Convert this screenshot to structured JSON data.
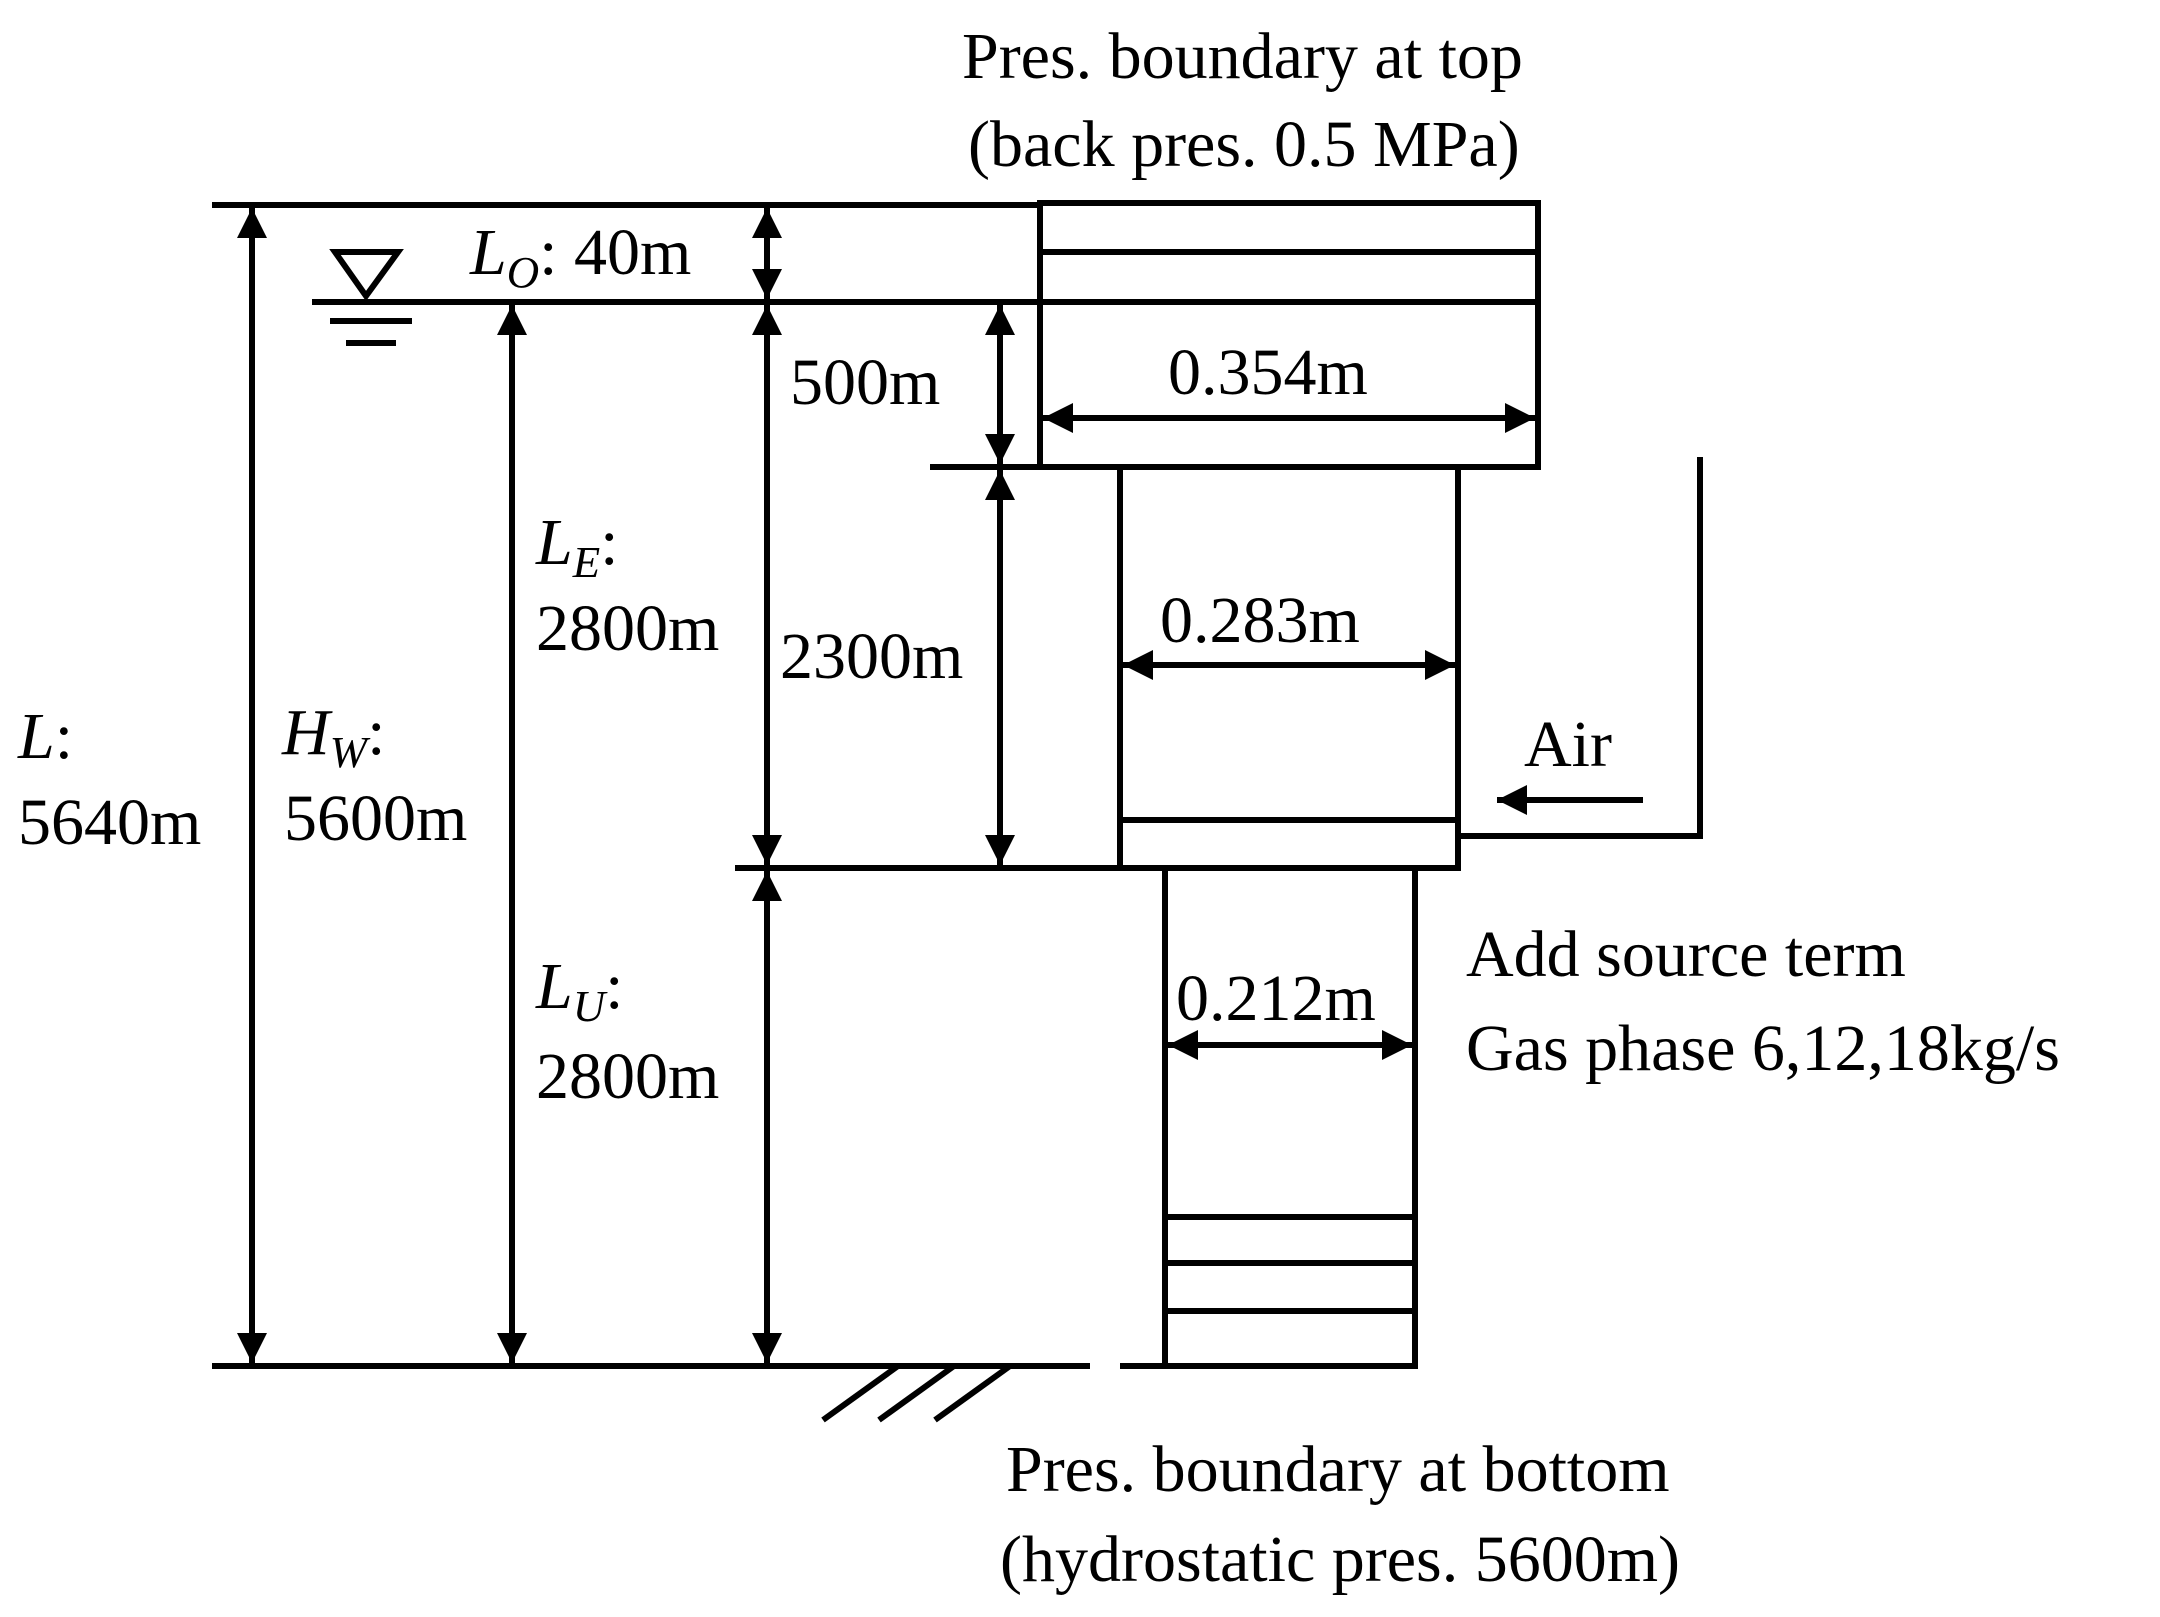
{
  "top_boundary": {
    "line1": "Pres. boundary at top",
    "line2": "(back pres. 0.5 MPa)"
  },
  "bottom_boundary": {
    "line1": "Pres. boundary at bottom",
    "line2": "(hydrostatic pres. 5600m)"
  },
  "lengths": {
    "L": {
      "symbol": "L",
      "sub": "",
      "value": "5640m"
    },
    "HW": {
      "symbol": "H",
      "sub": "W",
      "value": "5600m"
    },
    "LO": {
      "symbol": "L",
      "sub": "O",
      "value": "40m"
    },
    "LE": {
      "symbol": "L",
      "sub": "E",
      "value": "2800m"
    },
    "LU": {
      "symbol": "L",
      "sub": "U",
      "value": "2800m"
    }
  },
  "segments": {
    "upper": "500m",
    "middle": "2300m"
  },
  "diameters": {
    "top": "0.354m",
    "middle": "0.283m",
    "bottom": "0.212m"
  },
  "air_inlet": {
    "label": "Air",
    "source_line1": "Add source term",
    "source_line2": "Gas phase 6,12,18kg/s"
  }
}
